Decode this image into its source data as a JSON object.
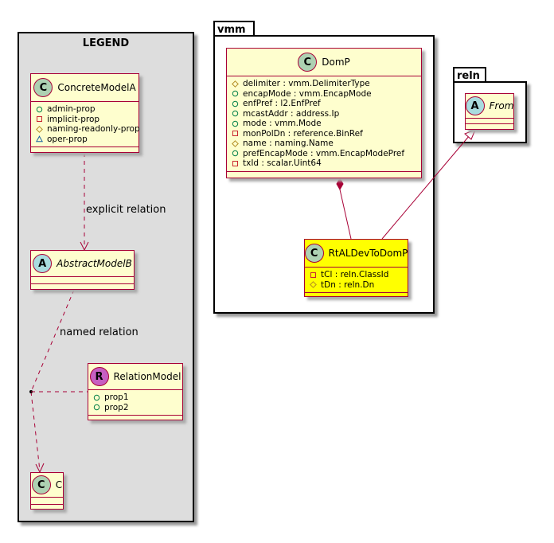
{
  "legend": {
    "title": "LEGEND",
    "concrete": {
      "stereotype": "C",
      "name": "ConcreteModelA",
      "attrs": [
        {
          "vis": "public",
          "text": "admin-prop"
        },
        {
          "vis": "private",
          "text": "implicit-prop"
        },
        {
          "vis": "protected",
          "text": "naming-readonly-prop"
        },
        {
          "vis": "package",
          "text": "oper-prop"
        }
      ]
    },
    "abstract": {
      "stereotype": "A",
      "name": "AbstractModelB"
    },
    "relation_model": {
      "stereotype": "R",
      "name": "RelationModel",
      "attrs": [
        {
          "vis": "public",
          "text": "prop1"
        },
        {
          "vis": "public",
          "text": "prop2"
        }
      ]
    },
    "c": {
      "stereotype": "C",
      "name": "C"
    },
    "explicit_relation": "explicit relation",
    "named_relation": "named relation"
  },
  "vmm": {
    "package": "vmm",
    "domp": {
      "stereotype": "C",
      "name": "DomP",
      "attrs": [
        {
          "vis": "protected",
          "text": "delimiter : vmm.DelimiterType"
        },
        {
          "vis": "public",
          "text": "encapMode : vmm.EncapMode"
        },
        {
          "vis": "public",
          "text": "enfPref : l2.EnfPref"
        },
        {
          "vis": "public",
          "text": "mcastAddr : address.Ip"
        },
        {
          "vis": "public",
          "text": "mode : vmm.Mode"
        },
        {
          "vis": "private",
          "text": "monPolDn : reference.BinRef"
        },
        {
          "vis": "protected",
          "text": "name : naming.Name"
        },
        {
          "vis": "public",
          "text": "prefEncapMode : vmm.EncapModePref"
        },
        {
          "vis": "private",
          "text": "txId : scalar.Uint64"
        }
      ]
    },
    "rtal": {
      "stereotype": "C",
      "name": "RtALDevToDomP",
      "attrs": [
        {
          "vis": "private",
          "text": "tCl : reln.ClassId"
        },
        {
          "vis": "protected",
          "text": "tDn : reln.Dn"
        }
      ]
    }
  },
  "reln": {
    "package": "reln",
    "from": {
      "stereotype": "A",
      "name": "From"
    }
  },
  "colors": {
    "class_fill": "#fefece",
    "class_border": "#a80036",
    "highlight": "#ffff00",
    "stereo_c": "#add1b2",
    "stereo_a": "#a9dcdf",
    "stereo_r": "#c65fc2",
    "legend_bg": "#dddddd"
  }
}
